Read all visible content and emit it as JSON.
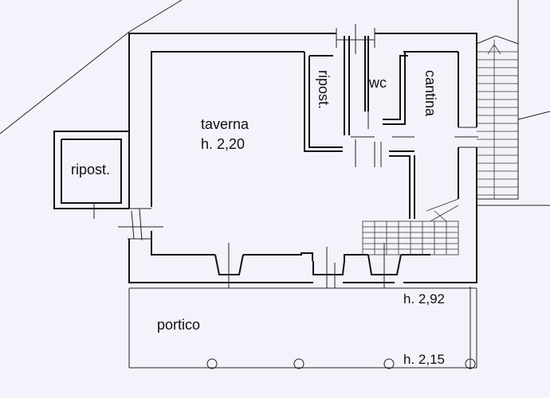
{
  "rooms": {
    "taverna": "taverna",
    "taverna_height": "h. 2,20",
    "ripost_left": "ripost.",
    "ripost_inner": "ripost.",
    "wc": "wc",
    "cantina": "cantina",
    "portico": "portico",
    "height_portico_top": "h. 2,92",
    "height_portico_bottom": "h. 2,15"
  }
}
